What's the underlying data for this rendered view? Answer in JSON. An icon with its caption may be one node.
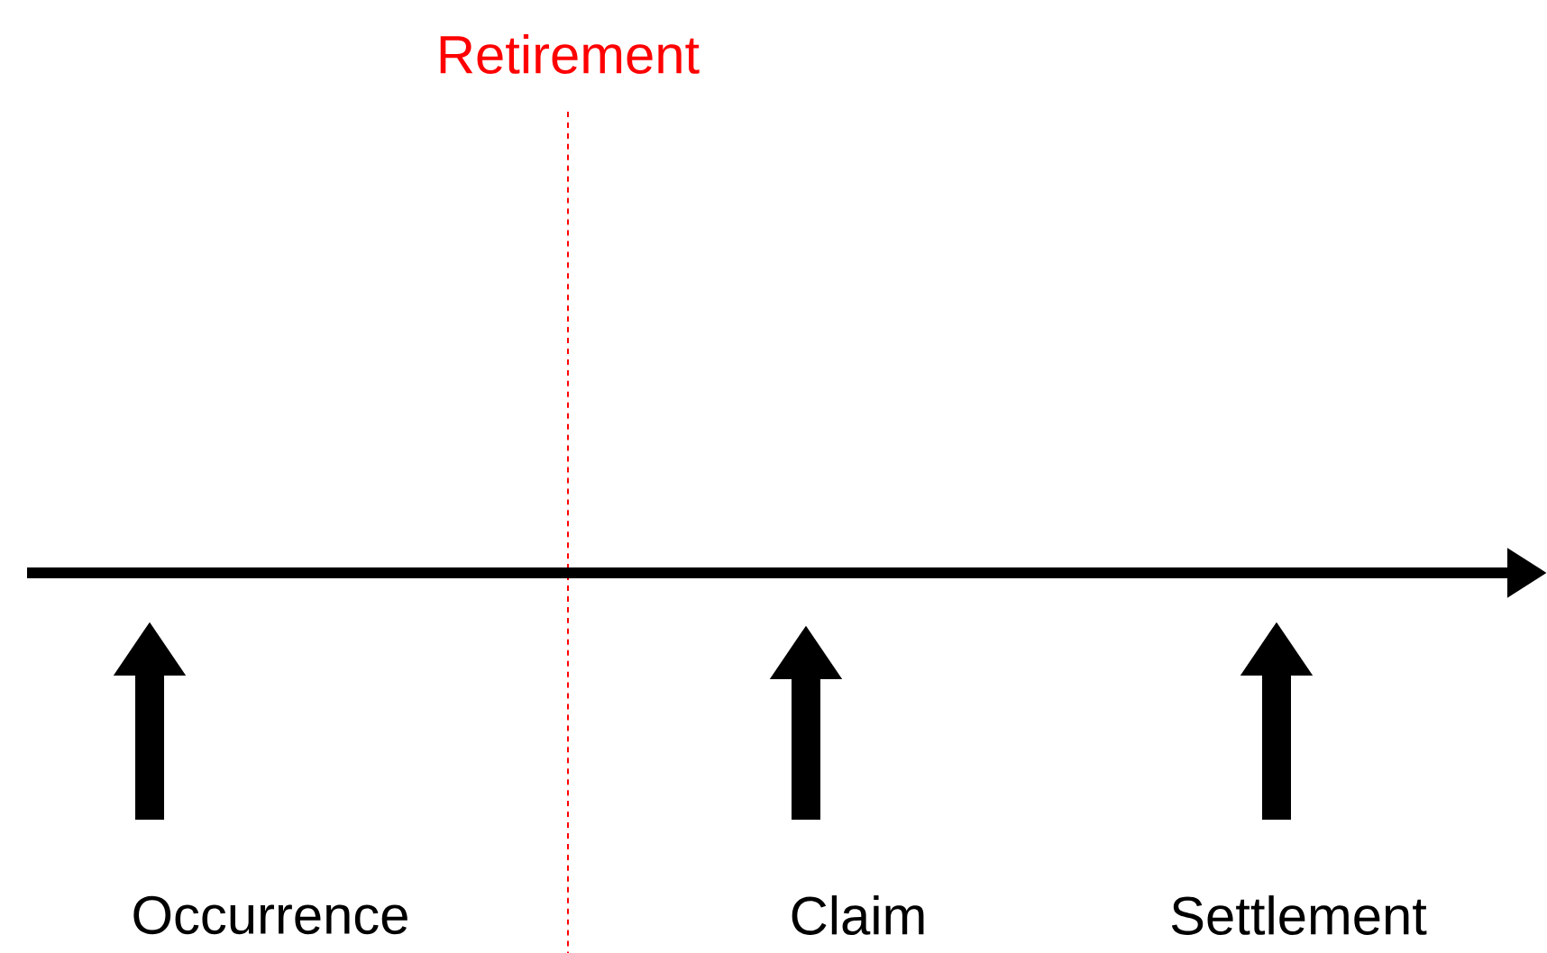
{
  "diagram": {
    "labels": [
      "Retirement",
      "Occurrence",
      "Claim",
      "Settlement"
    ]
  }
}
